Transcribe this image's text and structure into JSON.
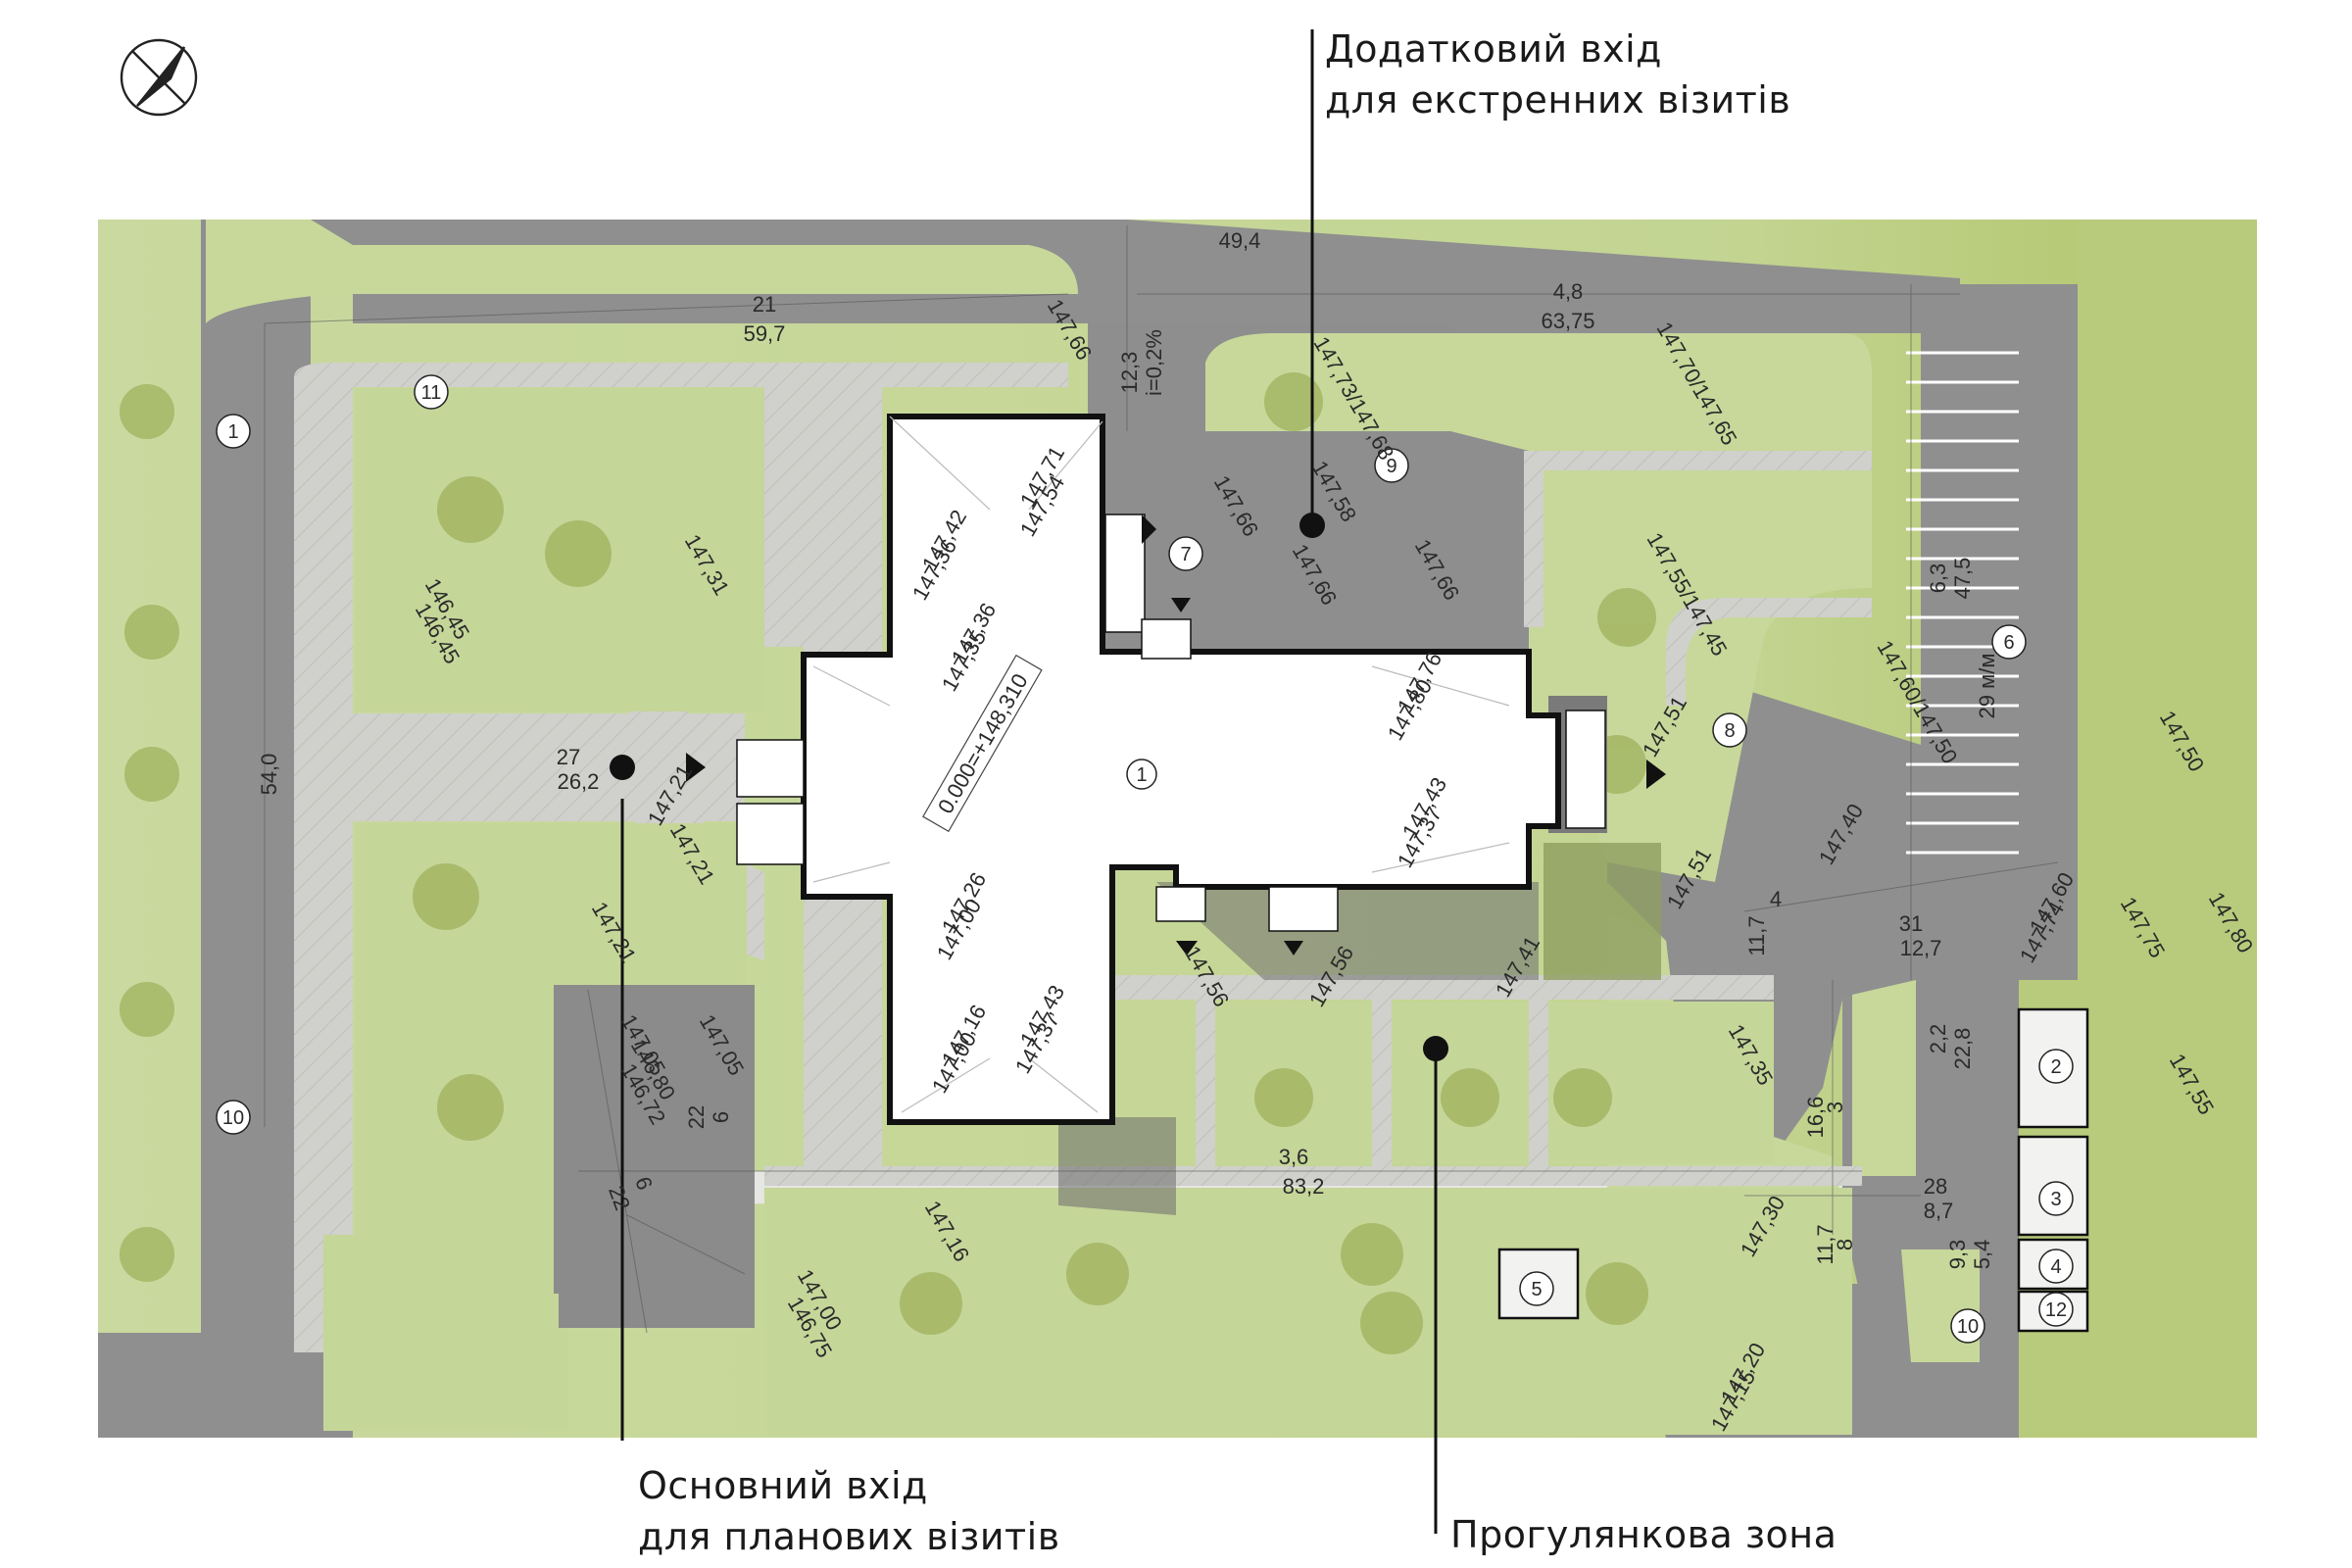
{
  "callouts": {
    "emergency_entrance": {
      "line1": "Додатковий вхід",
      "line2": "для екстренних візитів"
    },
    "main_entrance": {
      "line1": "Основний вхід",
      "line2": "для планових візитів"
    },
    "walking_zone": {
      "line1": "Прогулянкова зона"
    }
  },
  "building": {
    "number": "1",
    "zero_mark": "0.000=+148,310"
  },
  "zone_markers": [
    "1",
    "2",
    "3",
    "4",
    "5",
    "6",
    "7",
    "8",
    "9",
    "10",
    "10",
    "11",
    "12"
  ],
  "dimensions": {
    "top_length": "49,4",
    "top_21": "21",
    "top_597": "59,7",
    "top_48": "4,8",
    "top_6375": "63,75",
    "slope": "i=0,2%",
    "road_123": "12,3",
    "left_540": "54,0",
    "entry_27": "27",
    "entry_262": "26,2",
    "right_63": "6,3",
    "right_475": "47,5",
    "parking": "29 м/м",
    "bottom_36": "3,6",
    "bottom_832": "83,2",
    "r_4": "4",
    "r_117": "11,7",
    "r_31": "31",
    "r_127": "12,7",
    "r_22": "2,2",
    "r_228": "22,8",
    "r_3": "3",
    "r_166": "16,6",
    "r_28": "28",
    "r_87": "8,7",
    "r_8": "8",
    "r_117b": "11,7",
    "r_54": "5,4",
    "r_93": "9,3",
    "left_22": "22",
    "left_6": "6",
    "left_6b": "6",
    "left_22b": "22"
  },
  "elevations": [
    "147,66",
    "147,73/147,68",
    "147,70/147,65",
    "147,58",
    "147,66",
    "147,66",
    "147,66",
    "147,71",
    "147,54",
    "147,42",
    "147,36",
    "147,36",
    "147,35",
    "147,76",
    "147,80",
    "147,43",
    "147,37",
    "147,26",
    "147,00",
    "147,43",
    "147,37",
    "147,16",
    "147,00",
    "147,55/147,45",
    "147,60/147,50",
    "147,50",
    "147,51",
    "147,51",
    "147,40",
    "147,60",
    "147,74",
    "147,75",
    "147,80",
    "147,55",
    "147,35",
    "147,30",
    "147,56",
    "147,56",
    "147,41",
    "147,31",
    "146,45",
    "146,45",
    "147,21",
    "147,21",
    "147,21",
    "147,05",
    "146,80",
    "147,05",
    "146,72",
    "147,16",
    "147,00",
    "146,75",
    "147,20",
    "147,15"
  ],
  "colors": {
    "lawn": "#c6d79a",
    "lawn_bright": "#b2c66e",
    "road": "#8f8f8f",
    "pavement": "#d0d0cc",
    "parking": "#a2a2a2",
    "tree": "#9fb25c",
    "building": "#ffffff",
    "outline": "#111111"
  }
}
